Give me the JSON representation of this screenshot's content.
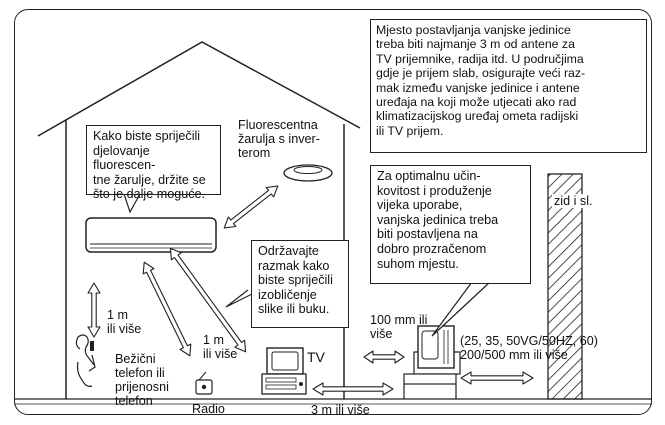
{
  "callouts": {
    "antenna_note": "Mjesto postavljanja vanjske jedinice\ntreba biti najmanje 3 m od antene za\nTV prijemnike, radija itd. U područjima\ngdje je prijem slab, osigurajte veći raz-\nmak između vanjske jedinice i antene\nuređaja na koji može utjecati ako rad\nklimatizacijskog uređaj ometa radijski\nili TV prijem.",
    "fluorescent_note": "Kako biste spriječili\ndjelovanje fluorescen-\ntne žarulje, držite se\nšto je dalje moguće.",
    "distortion_note": "Održavajte\nrazmak kako\nbiste spriječili\nizobličenje\nslike ili buku.",
    "ventilation_note": "Za optimalnu učin-\nkovitost i produženje\nvijeka uporabe,\nvanjska jedinica treba\nbiti postavljena na\ndobro prozračenom\nsuhom mjestu."
  },
  "labels": {
    "fluorescent_lamp": "Fluorescentna\nžarulja s inver-\nterom",
    "wall": "zid i sl.",
    "vertical_clearance": "1 m\nili više",
    "diagonal_clearance": "1 m\nili više",
    "tv": "TV",
    "cordless_phone": "Bežični\ntelefon ili\nprijenosni\ntelefon",
    "radio": "Radio",
    "distance_3m": "3 m ili više",
    "distance_100mm": "100 mm ili\nviše",
    "models_clearance": "(25, 35, 50VG/50HZ, 60)\n200/500 mm ili više"
  }
}
